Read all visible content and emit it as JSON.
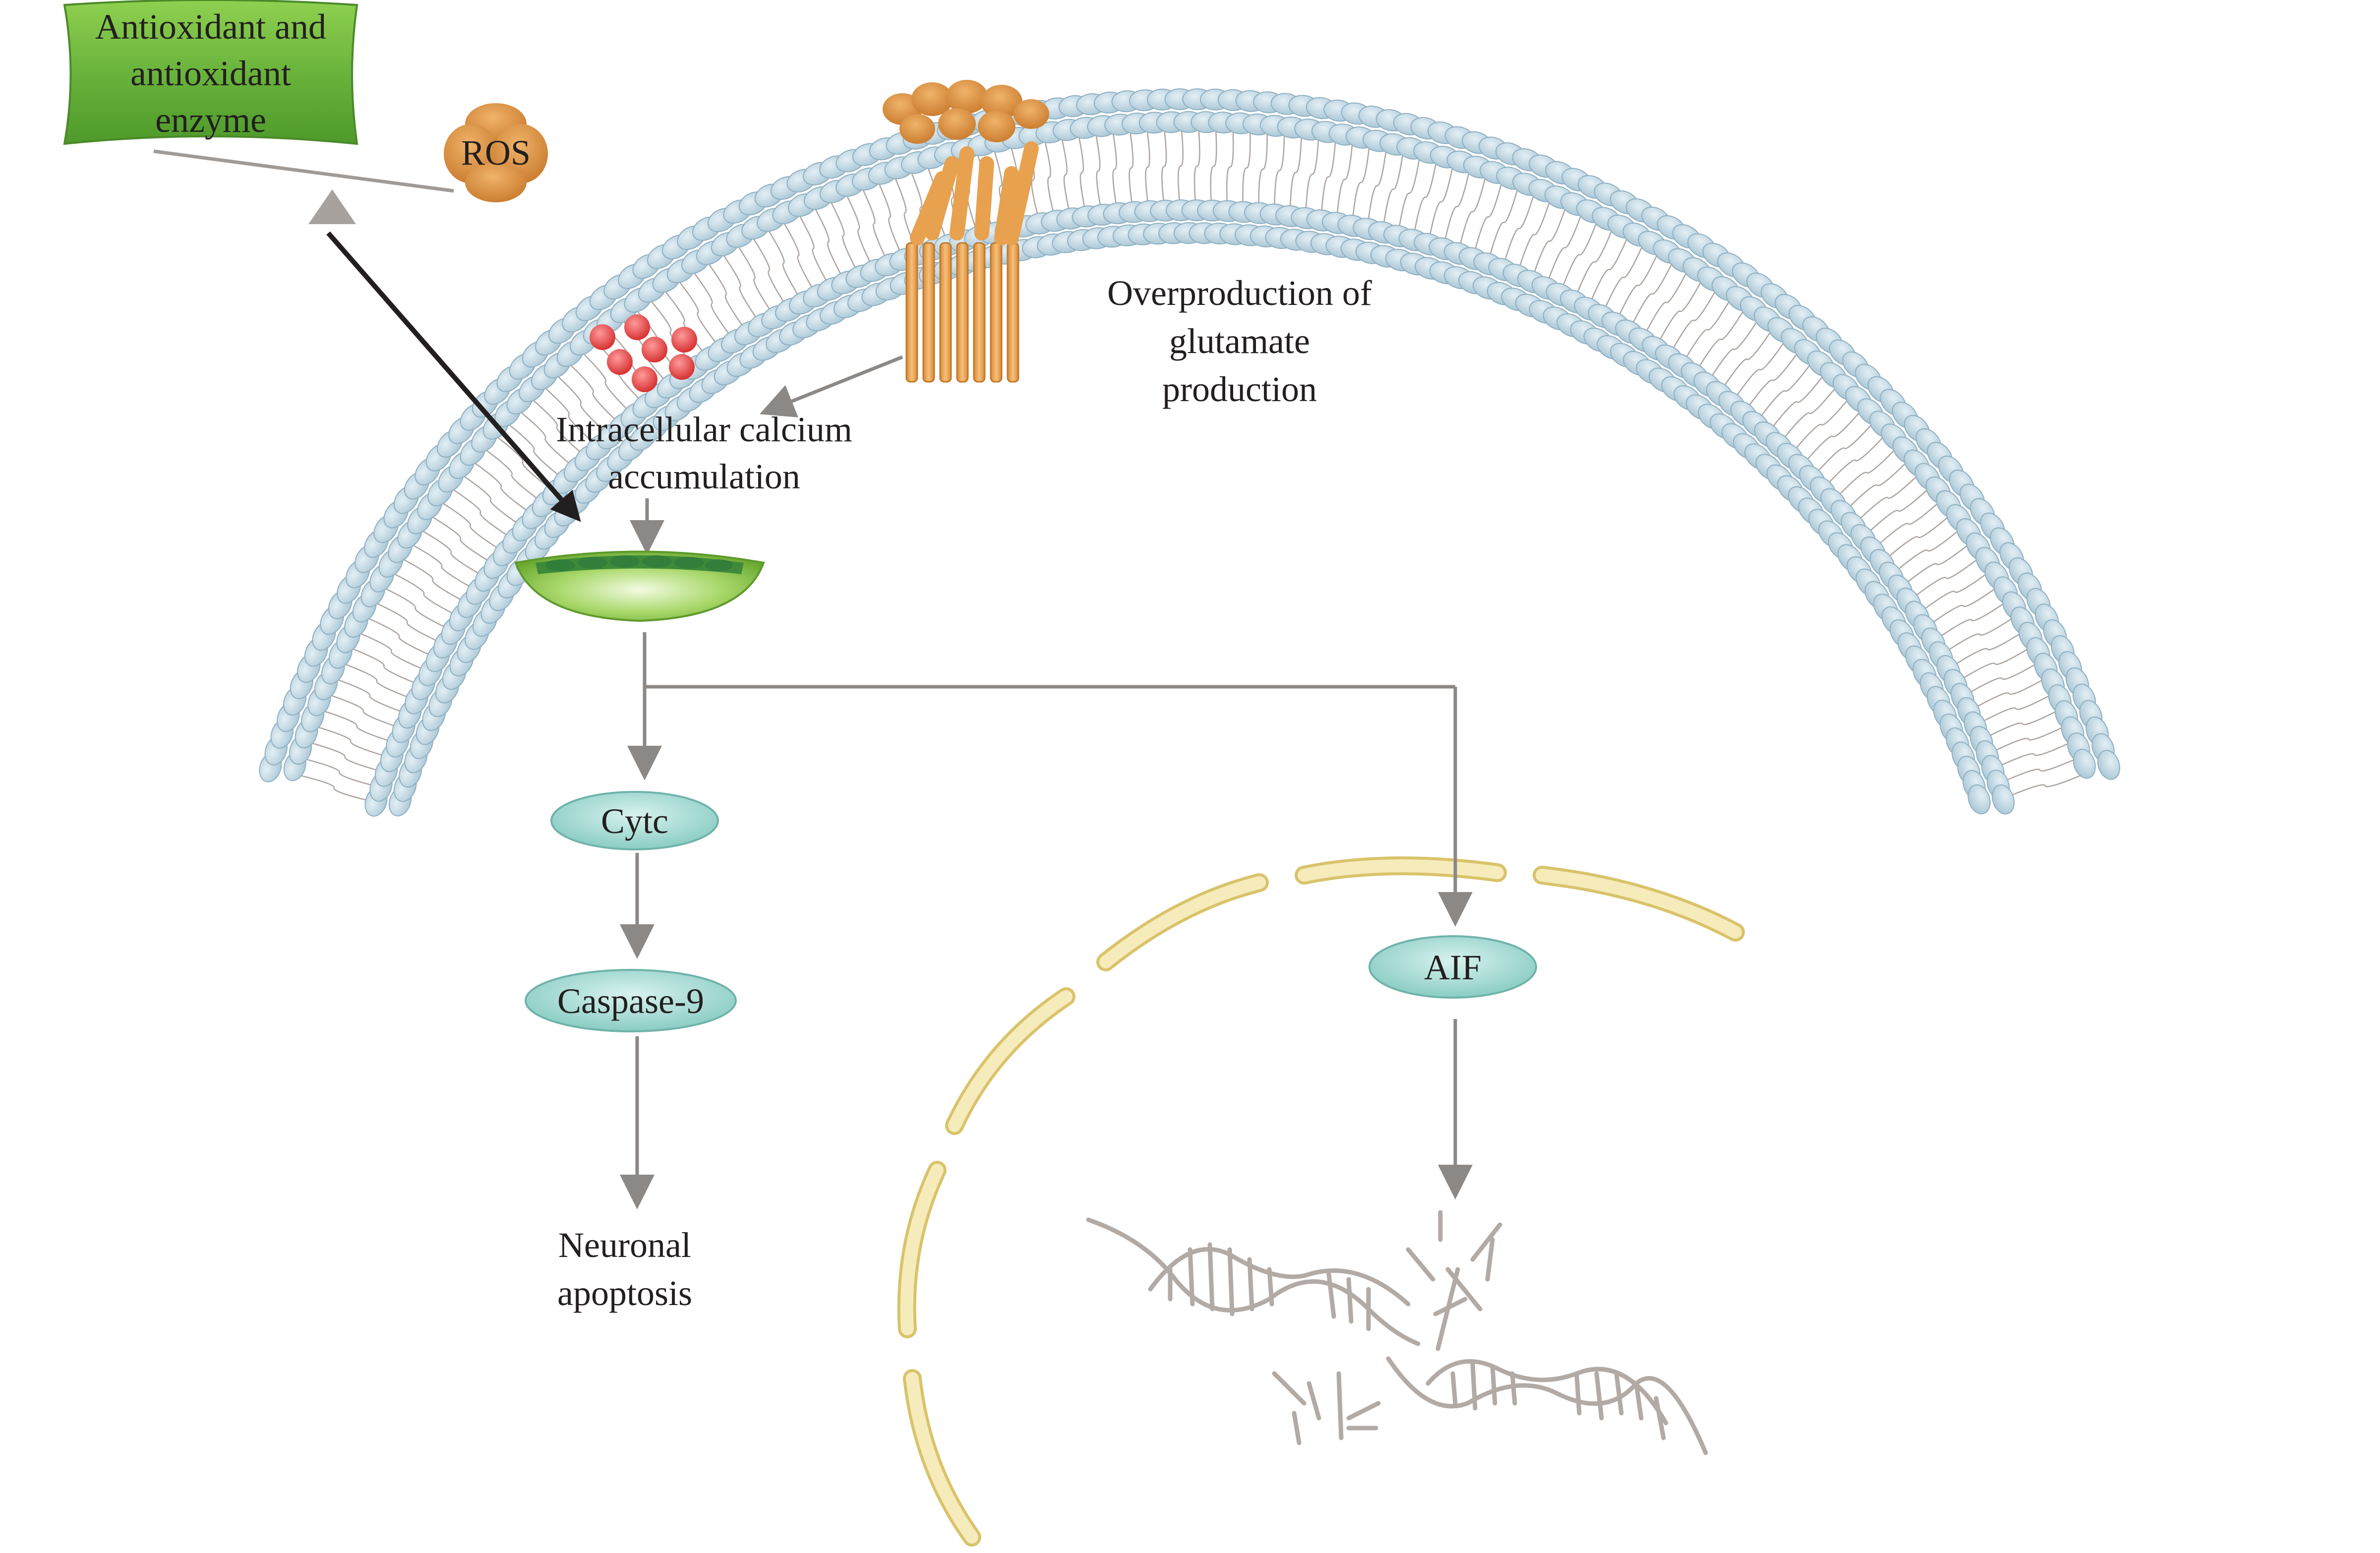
{
  "labels": {
    "antioxidant_line1": "Antioxidant and",
    "antioxidant_line2": "antioxidant",
    "antioxidant_line3": "enzyme",
    "ros": "ROS",
    "glutamate_line1": "Overproduction of",
    "glutamate_line2": "glutamate",
    "glutamate_line3": "production",
    "calcium_line1": "Intracellular calcium",
    "calcium_line2": "accumulation",
    "cytc": "Cytc",
    "caspase9": "Caspase-9",
    "aif": "AIF",
    "apoptosis_line1": "Neuronal",
    "apoptosis_line2": "apoptosis"
  },
  "colors": {
    "membrane_head": "#b9d3e0",
    "membrane_head_stroke": "#8fb0c2",
    "tail": "#8a7d78",
    "antioxidant_green": "#6ab43c",
    "ros_orange": "#d68a3c",
    "receptor_orange": "#e7a14f",
    "calcium_red": "#e23a3a",
    "mito_green": "#8cc63f",
    "protein_teal": "#8fd1c8",
    "nucleus_yellow": "#f2e3a4",
    "arrow_gray": "#8c8886",
    "dna_gray": "#b2aaa5"
  },
  "icons": {
    "inhibition": "triangle-up-icon",
    "calcium": "calcium-ion-cluster-icon",
    "mitochondrion": "mitochondrion-icon",
    "receptor": "glutamate-receptor-icon",
    "dna": "dna-double-helix-icon"
  }
}
